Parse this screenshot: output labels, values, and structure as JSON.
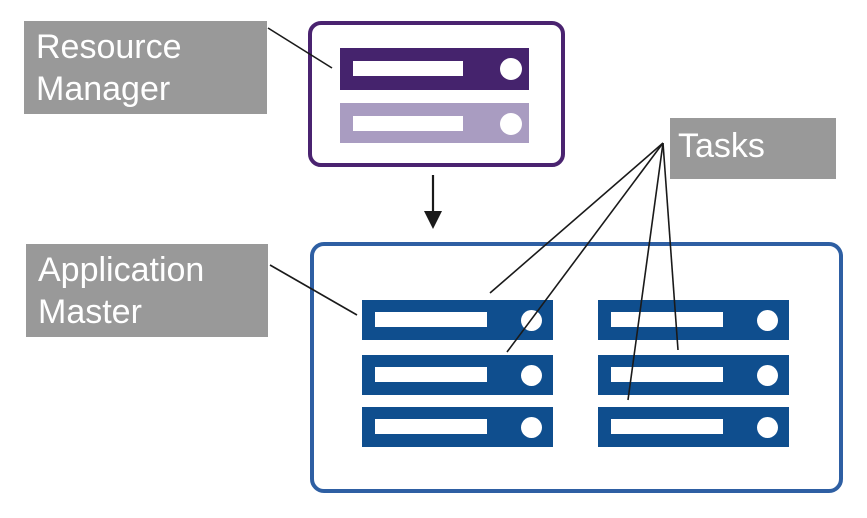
{
  "labels": {
    "resource_manager": "Resource Manager",
    "application_master": "Application Master",
    "tasks": "Tasks"
  },
  "nodes": {
    "resource_manager_servers": 2,
    "application_master_servers": 6,
    "task_connector_count": 4
  },
  "colors": {
    "canvas_bg": "#FFFFFF",
    "label_bg": "#999999",
    "label_text": "#FFFFFF",
    "purple_bar_dark": "#45236D",
    "purple_bar_light": "#A99CC1",
    "purple_box_border": "#4A2370",
    "blue_bar": "#0F4E8E",
    "blue_box_border": "#2E5FA3",
    "connector_line": "#1A1A1A"
  }
}
